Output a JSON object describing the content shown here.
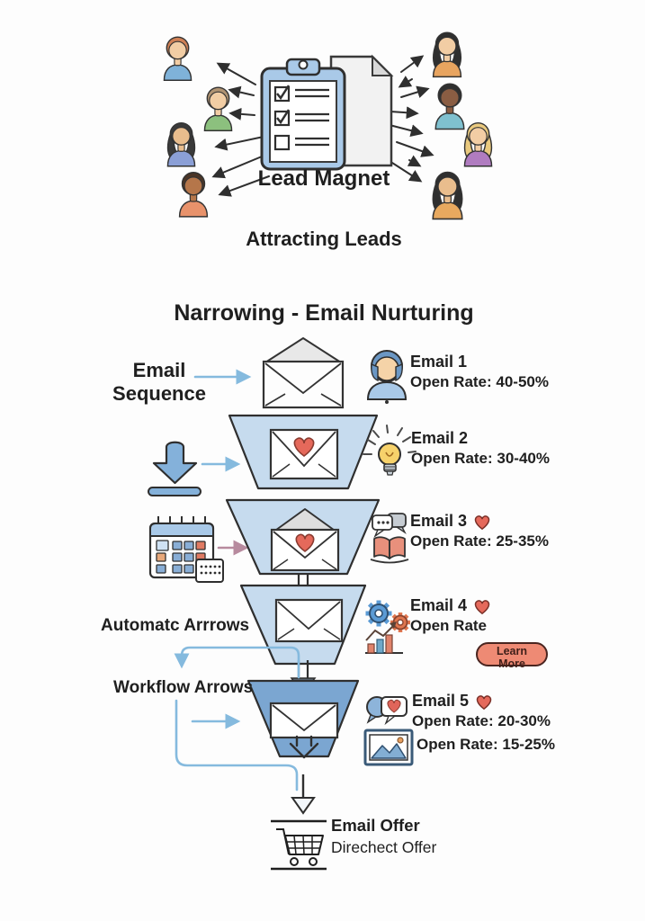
{
  "attract": {
    "lead_magnet_label": "Lead Magnet",
    "section_caption": "Attracting Leads",
    "icons": {
      "center": "clipboard-checklist-icon"
    },
    "people": [
      {
        "position": "left-1",
        "hair": "#cf8055",
        "shirt": "#7fb2d9",
        "skin": "#f2cda4",
        "hair_style": "short"
      },
      {
        "position": "left-2",
        "hair": "#b09372",
        "shirt": "#8cc07e",
        "skin": "#f2cda4",
        "hair_style": "short"
      },
      {
        "position": "left-3",
        "hair": "#3a3a3a",
        "shirt": "#8b9fd6",
        "skin": "#e9bd8d",
        "hair_style": "long"
      },
      {
        "position": "left-4",
        "hair": "#4a3527",
        "shirt": "#e8926b",
        "skin": "#b5764a",
        "hair_style": "short"
      },
      {
        "position": "right-1",
        "hair": "#2f2f2f",
        "shirt": "#e8a45f",
        "skin": "#f2cda4",
        "hair_style": "long"
      },
      {
        "position": "right-2",
        "hair": "#2f2f2f",
        "shirt": "#7fc0cf",
        "skin": "#8a5d43",
        "hair_style": "short"
      },
      {
        "position": "right-3",
        "hair": "#e9c97e",
        "shirt": "#b07cc0",
        "skin": "#f2cda4",
        "hair_style": "long"
      },
      {
        "position": "right-4",
        "hair": "#2f2f2f",
        "shirt": "#e8a95f",
        "skin": "#e9bd8d",
        "hair_style": "long"
      }
    ]
  },
  "nurture": {
    "title": "Narrowing - Email Nurturing",
    "labels": {
      "email_sequence": "Email Sequence",
      "automatic_arrows": "Automatc Arrrows",
      "workflow_arrows": "Workflow Arrows"
    },
    "learn_more": "Learn More",
    "emails": [
      {
        "name": "Email 1",
        "open_rate": "Open Rate: 40-50%",
        "icon": "subscriber-person-icon",
        "has_heart": false
      },
      {
        "name": "Email 2",
        "open_rate": "Open Rate: 30-40%",
        "icon": "lightbulb-icon",
        "has_heart": false
      },
      {
        "name": "Email 3",
        "open_rate": "Open Rate: 25-35%",
        "icon": "chat-and-book-icon",
        "has_heart": true
      },
      {
        "name": "Email 4",
        "open_rate": "Open Rate",
        "icon": "gears-and-chart-icon",
        "has_heart": true
      },
      {
        "name": "Email 5",
        "open_rate": "Open Rate: 20-30%",
        "open_rate_2": "Open Rate: 15-25%",
        "icon": "chat-heart-and-image-icon",
        "has_heart": true
      }
    ],
    "sequence_icons": [
      "envelope-open-icon",
      "download-arrow-icon",
      "calendar-icon"
    ],
    "offer": {
      "title": "Email Offer",
      "subtitle": "Direchect Offer",
      "icon": "shopping-cart-icon"
    }
  },
  "colors": {
    "funnel_light": "#c6dbee",
    "funnel_dark": "#7ba6d1",
    "arrow_blue": "#85bade",
    "arrow_mauve": "#b78a9e",
    "heart_red": "#e5695b",
    "learn_more_bg": "#ee8a74",
    "learn_more_border": "#4a2520",
    "clipboard_blue": "#a9c9e8",
    "text_dark": "#1f1f1f"
  }
}
